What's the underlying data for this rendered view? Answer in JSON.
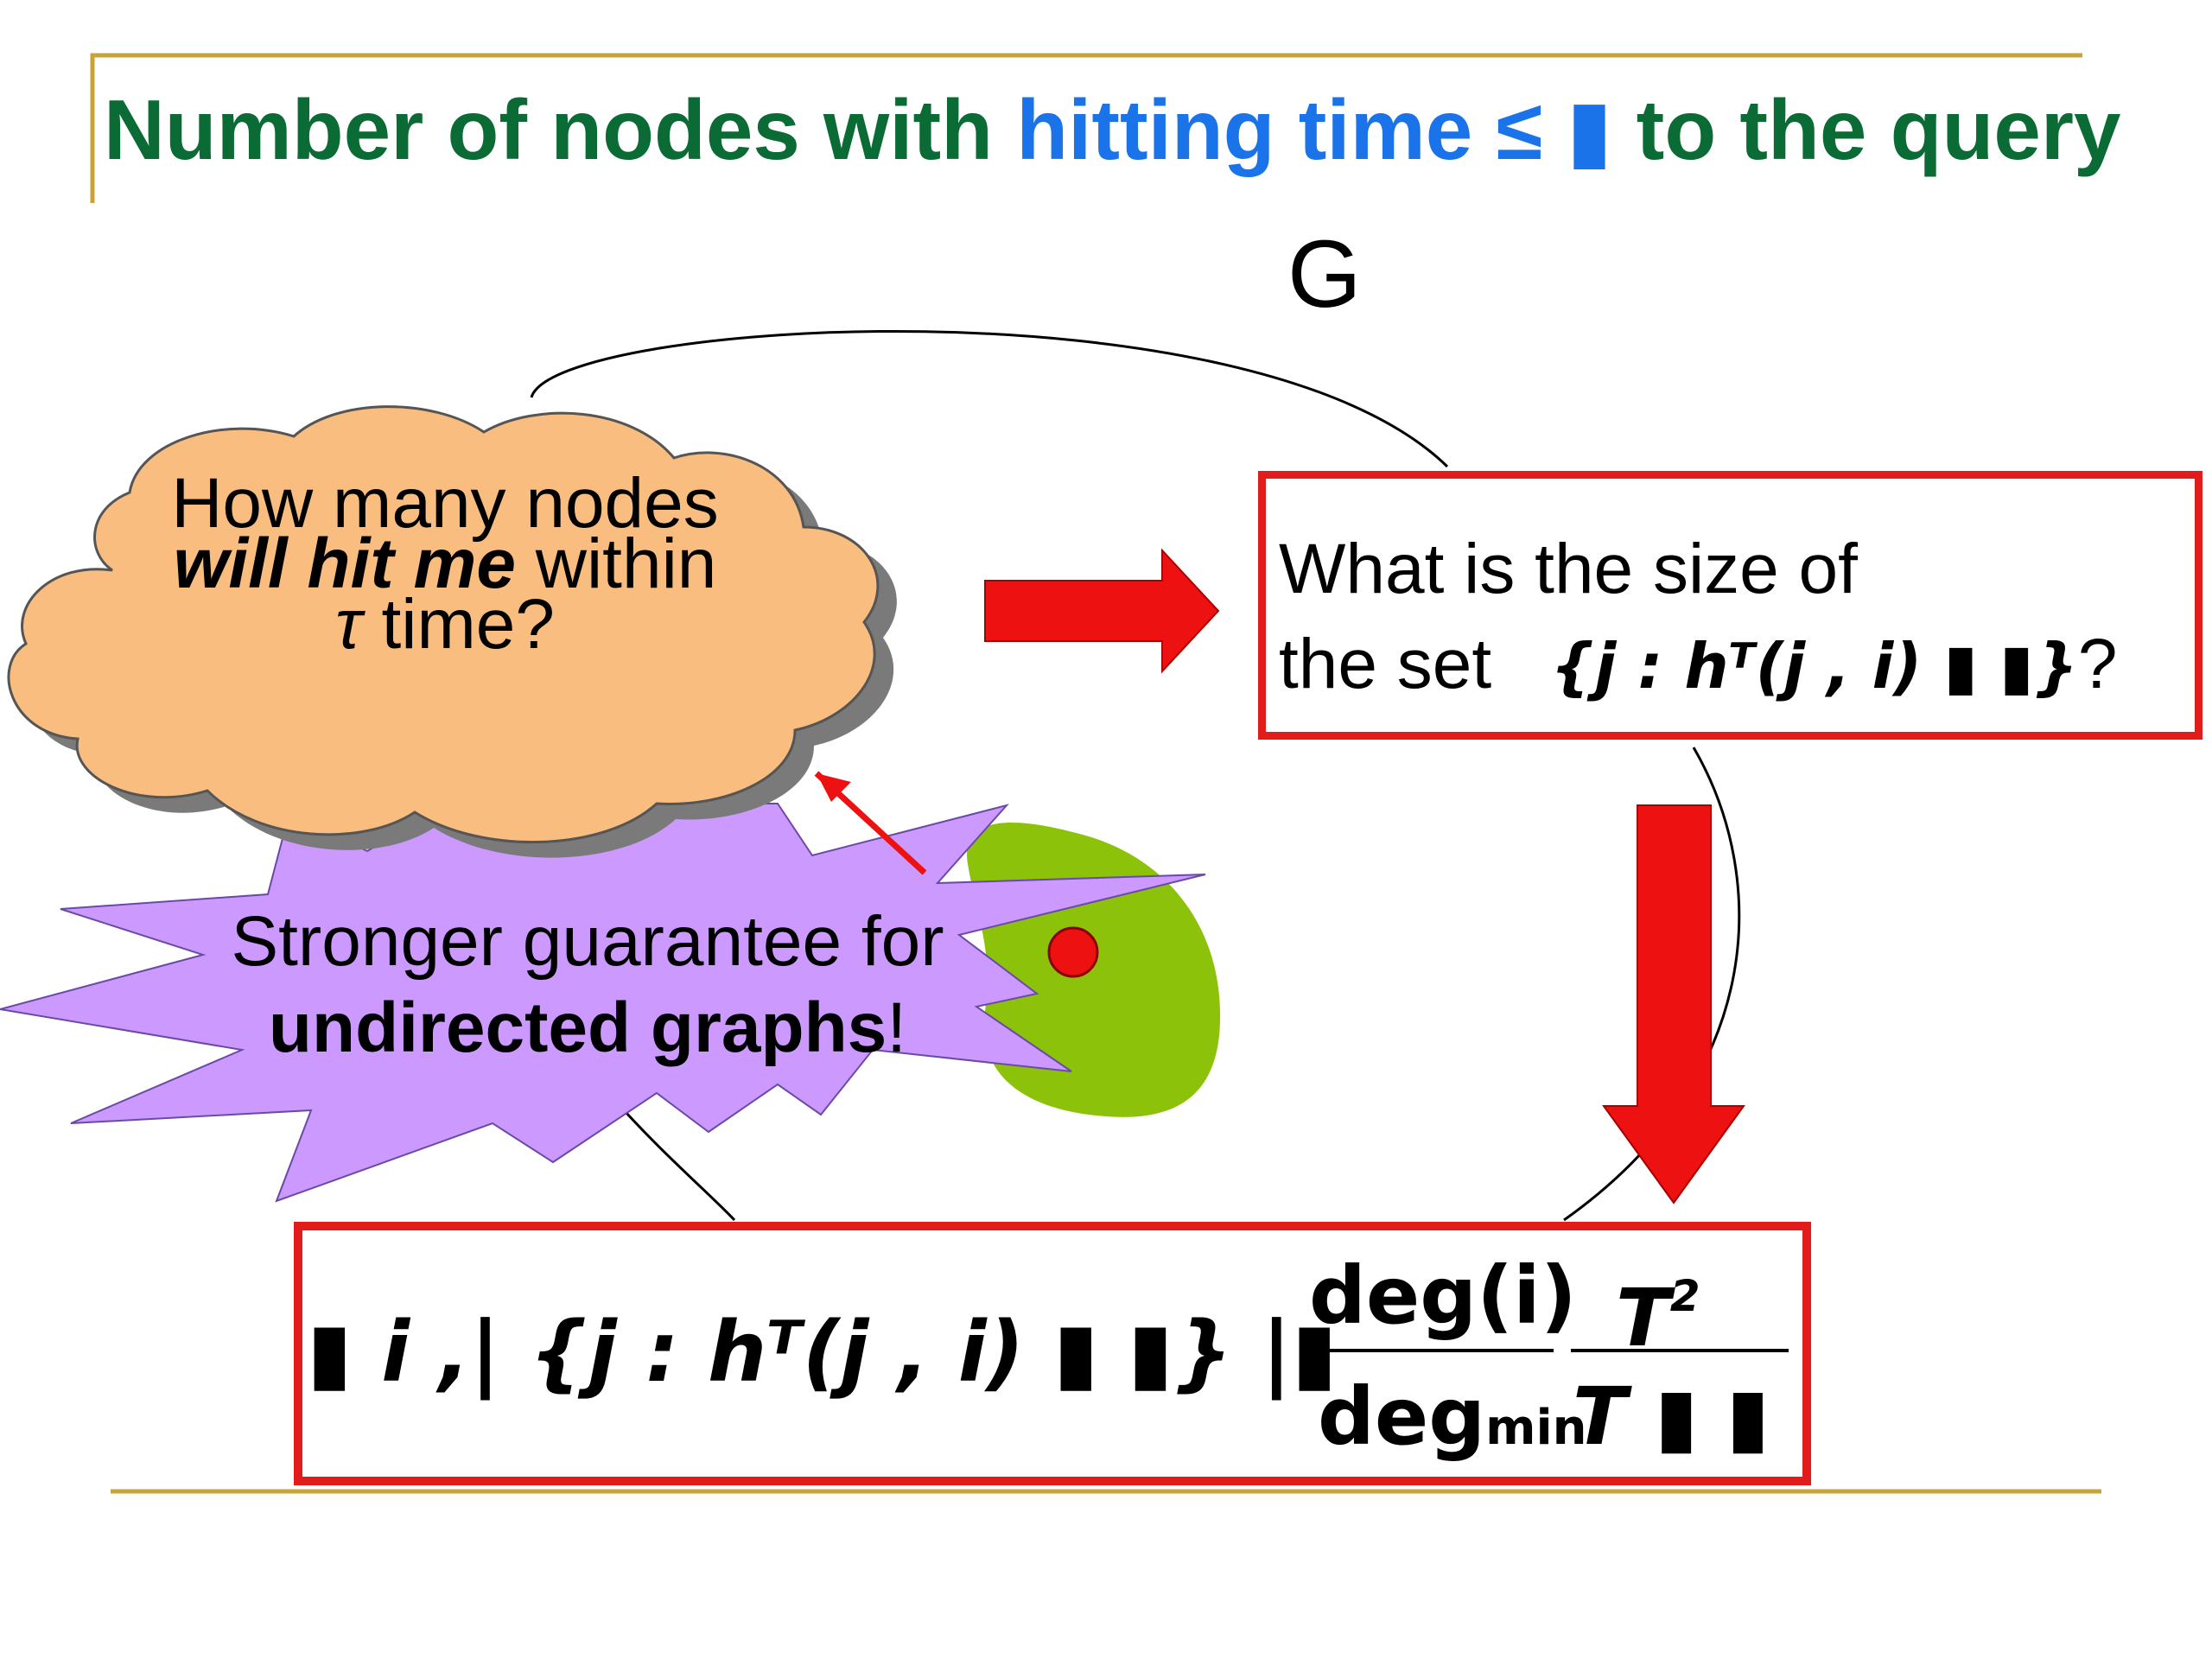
{
  "slide": {
    "title_part1": "Number of nodes with ",
    "title_part2": "hitting time ≤ ▮",
    "title_part3": " to the query",
    "graph_label": "G"
  },
  "cloud": {
    "line1": "How many nodes",
    "line2_emph": "will hit me",
    "line2_rest": " within",
    "line3_tau": "τ",
    "line3_rest": " time?"
  },
  "starburst": {
    "line1": "Stronger guarantee for",
    "line2_bold": "undirected graphs",
    "line2_rest": "!"
  },
  "question_box": {
    "line1": "What is the size of",
    "line2_prefix": "the set",
    "set_expression": "{j : hᵀ(j , i) ▮ ▮}",
    "suffix": "?"
  },
  "formula": {
    "lhs": "▮ i ,| {j : hᵀ(j , i) ▮ ▮} |▮",
    "frac1_num": "deg(i)",
    "frac1_den_main": "deg",
    "frac1_den_sub": "min",
    "frac2_num_main": "T",
    "frac2_num_sup": "2",
    "frac2_den": "T ▮ ▮"
  },
  "colors": {
    "title_green": "#0b6b34",
    "title_blue": "#1a73e8",
    "rule_gold": "#c8a33a",
    "box_red": "#e21b1b",
    "arrow_red": "#ee1111",
    "cloud_fill": "#f9bd7f",
    "star_fill": "#cc99ff",
    "blob_green": "#8cc20a",
    "node_red": "#ee1111"
  }
}
